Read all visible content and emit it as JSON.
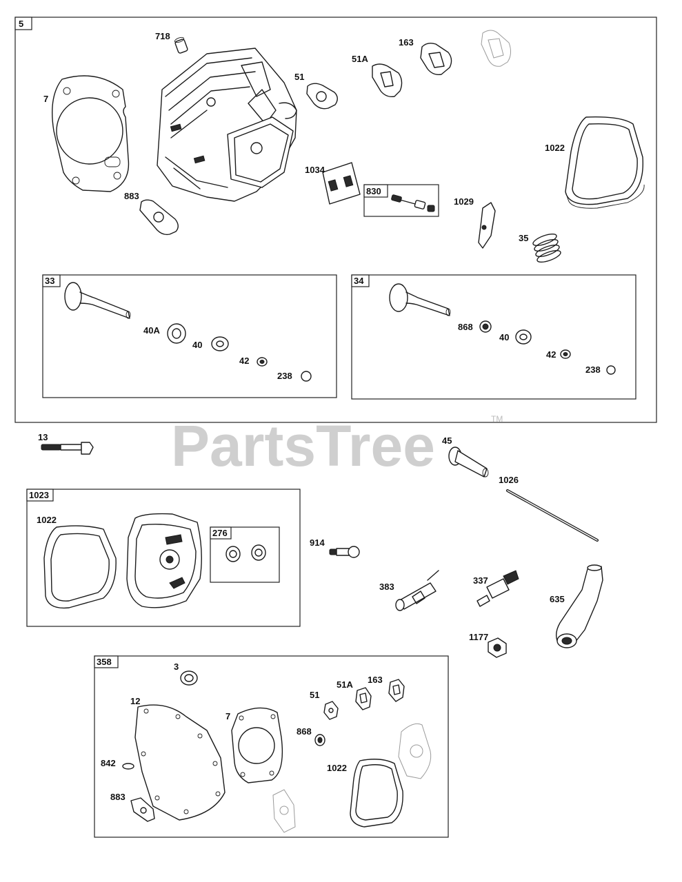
{
  "watermark": {
    "text": "PartsTree",
    "tm": "TM"
  },
  "boxes": [
    {
      "id": "5"
    },
    {
      "id": "33"
    },
    {
      "id": "34"
    },
    {
      "id": "830"
    },
    {
      "id": "1023"
    },
    {
      "id": "276"
    },
    {
      "id": "358"
    }
  ],
  "callouts": [
    "718",
    "7",
    "51",
    "51A",
    "163",
    "883",
    "1034",
    "1022",
    "1029",
    "35",
    "40A",
    "40",
    "42",
    "238",
    "868",
    "40",
    "42",
    "238",
    "13",
    "45",
    "1026",
    "1022",
    "914",
    "383",
    "337",
    "635",
    "1177",
    "3",
    "12",
    "7",
    "51",
    "51A",
    "163",
    "868",
    "842",
    "1022",
    "883"
  ]
}
